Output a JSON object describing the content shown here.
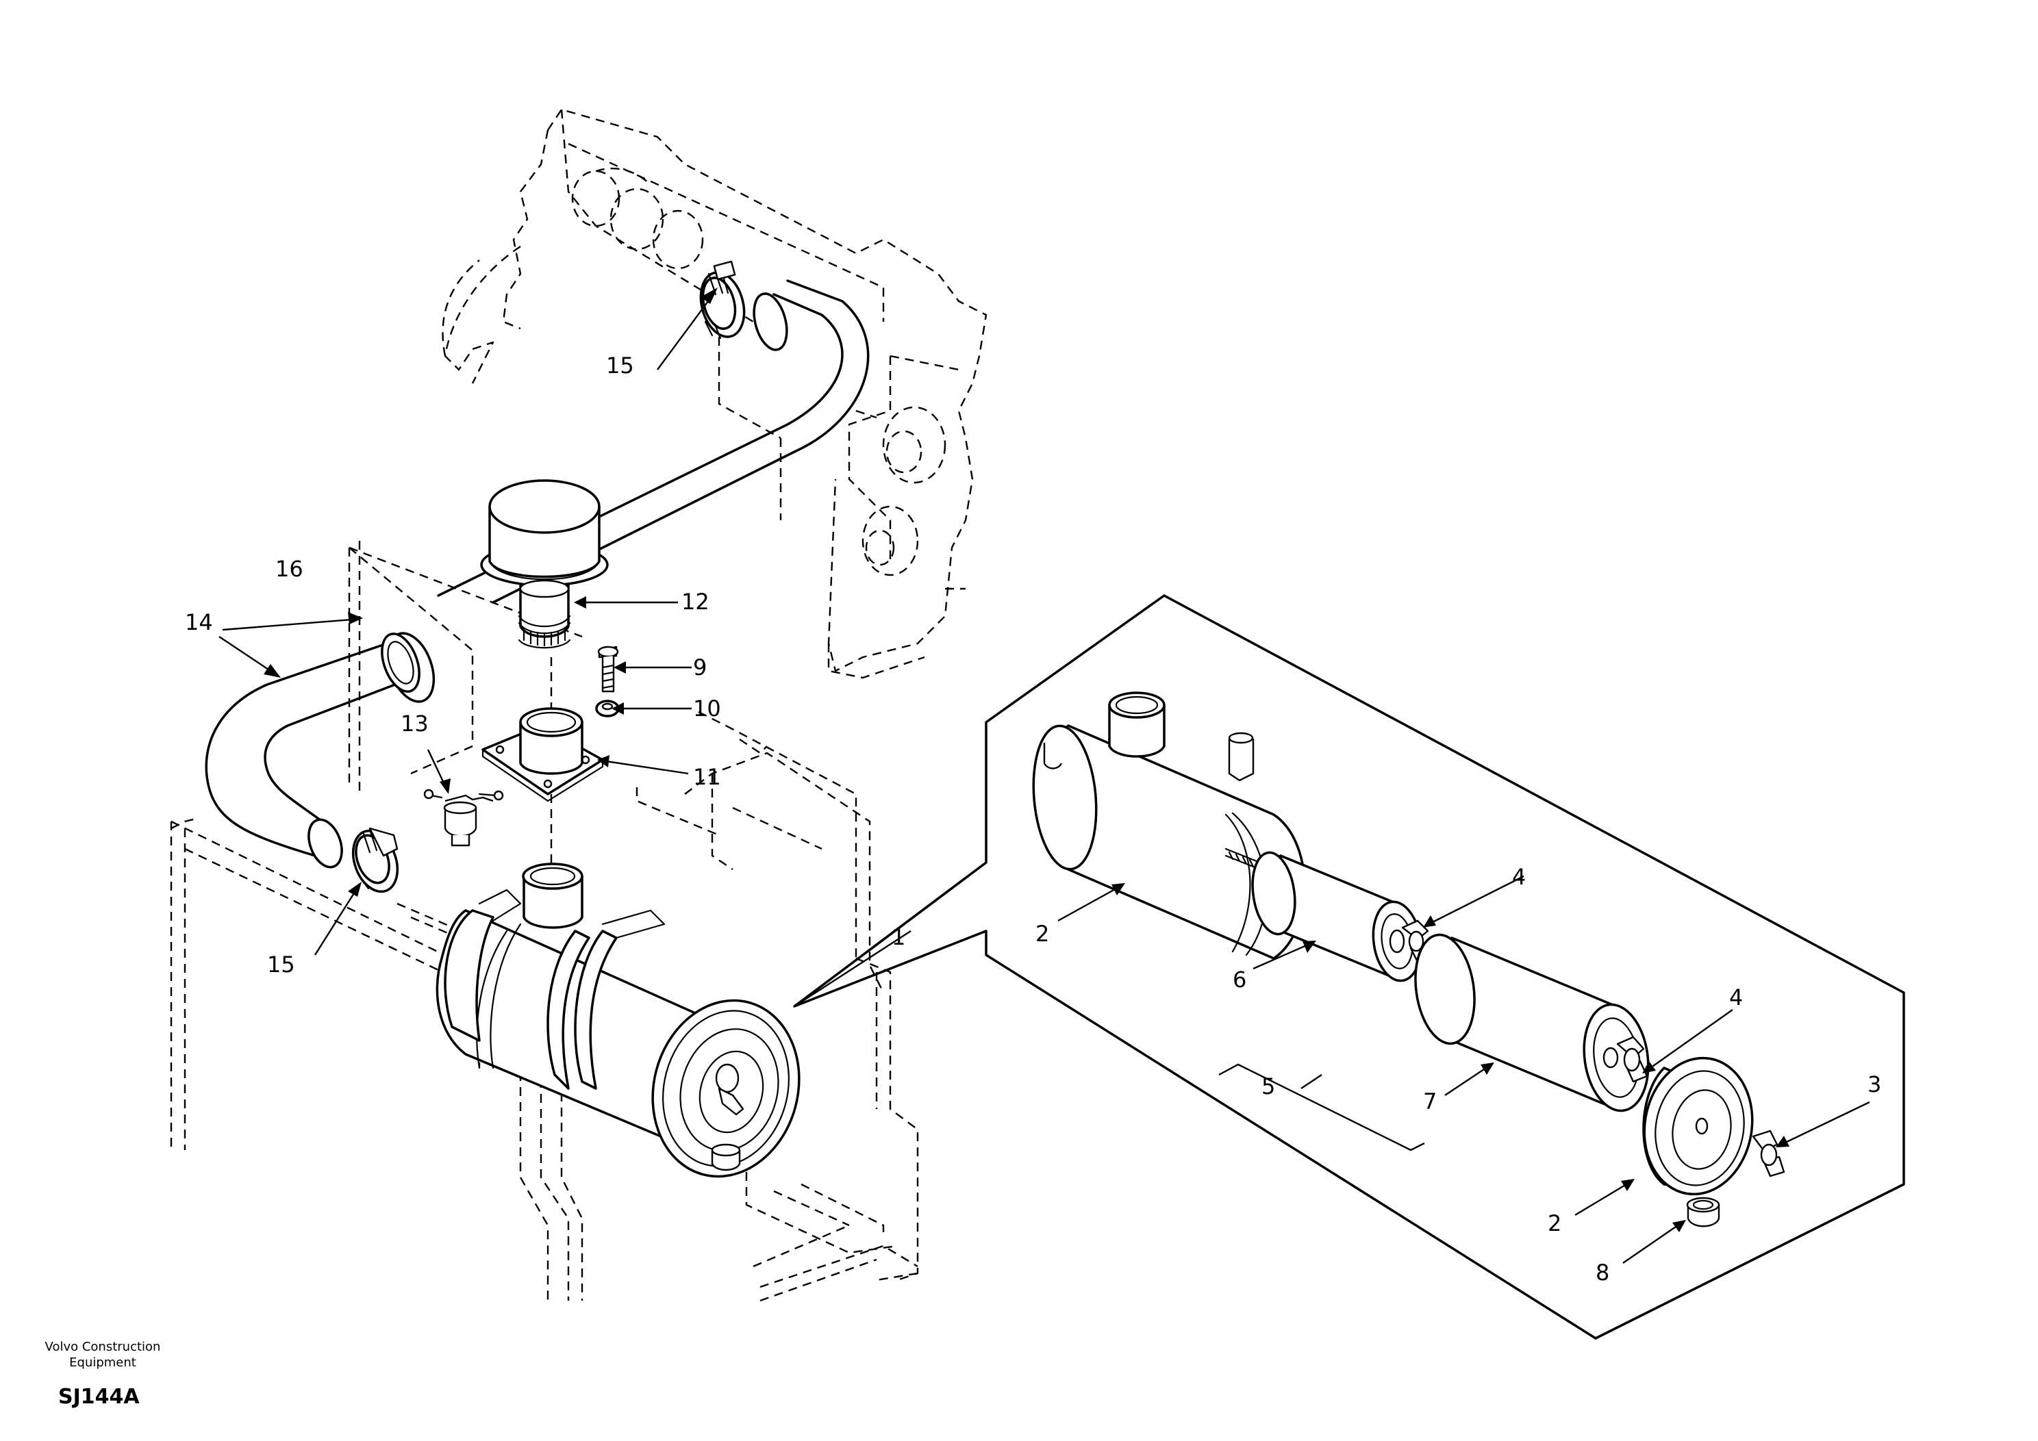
{
  "footer": {
    "company_line1": "Volvo Construction",
    "company_line2": "Equipment",
    "drawing_code": "SJ144A"
  },
  "callouts": {
    "c1": "1",
    "c2a": "2",
    "c2b": "2",
    "c3": "3",
    "c4a": "4",
    "c4b": "4",
    "c5": "5",
    "c6": "6",
    "c7": "7",
    "c8": "8",
    "c9": "9",
    "c10": "10",
    "c11": "11",
    "c12": "12",
    "c13": "13",
    "c14": "14",
    "c15a": "15",
    "c15b": "15",
    "c16": "16"
  },
  "colors": {
    "line": "#000000",
    "background": "#ffffff"
  }
}
